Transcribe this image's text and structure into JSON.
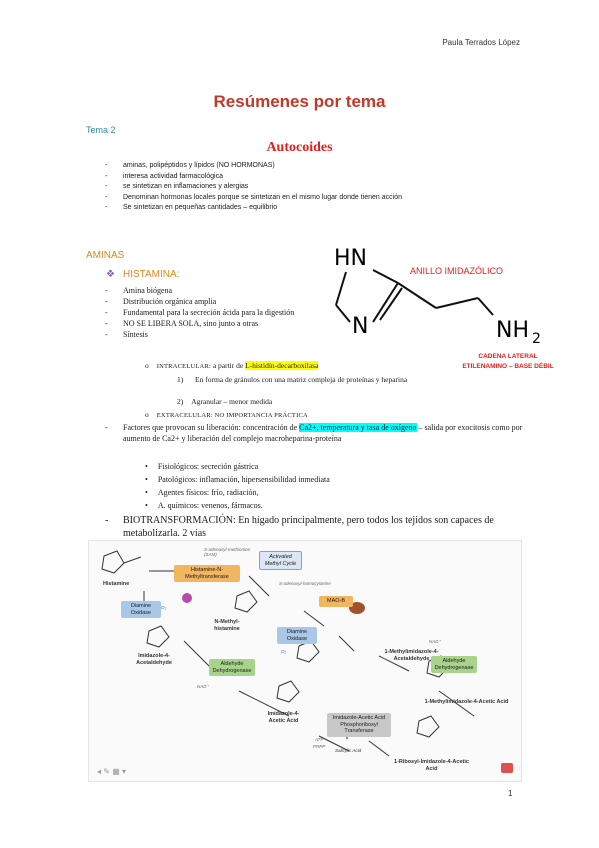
{
  "header": {
    "author": "Paula Terrados López"
  },
  "doc": {
    "title": "Resúmenes por tema",
    "tema": "Tema 2",
    "heading": "Autocoides",
    "intro": [
      "aminas, polipéptidos y lípidos (NO HORMONAS)",
      "interesa actividad farmacológica",
      "se sintetizan en inflamaciones y alergias",
      "Denominan hormonas locales porque se sintetizan en el mismo lugar donde tienen acción",
      "Se sintetizan en pequeñas cantidades – equilibrio"
    ],
    "aminas": "AMINAS",
    "histamina": "HISTAMINA:",
    "items": [
      "Amina biógena",
      "Distribución orgánica amplia",
      "Fundamental para la secreción ácida para la digestión",
      "NO SE LIBERA SOLA, sino junto a otras",
      "Síntesis"
    ],
    "intracelular_prefix": "INTRACELULAR: ",
    "intracelular_mid": "a partir de ",
    "intracelular_hl": "L-histidín-decarboxilasa",
    "num1": "En forma de gránulos con una matriz compleja de proteínas y heparina",
    "num2": "Agranular – menor medida",
    "extracelular": "EXTRACELULAR: NO IMPORTANCIA PRÁCTICA",
    "factores_prefix": "Factores que provocan su liberación: concentración de ",
    "factores_hl": "Ca2+, temperatura y tasa de oxígeno",
    "factores_suffix": " – salida por exocitosis como por aumento de Ca2+ y liberación del complejo macroheparina-proteína",
    "factors": [
      "Fisiológicos: secreción gástrica",
      "Patológicos: inflamación, hipersensibilidad inmediata",
      "Agentes físicos: frío, radiación,",
      "A. químicos: venenos, fármacos."
    ],
    "biotrans": "BIOTRANSFORMACIÓN: En hígado principalmente, pero todos los tejidos son capaces de metabolizarla. 2 vías",
    "page": "1"
  },
  "structure": {
    "ring_label": "ANILLO IMIDAZÓLICO",
    "chain_label_1": "CADENA LATERAL",
    "chain_label_2": "ETILENAMINO – BASE DÉBIL",
    "hn": "HN",
    "n": "N",
    "nh2": "NH",
    "sub2": "2"
  },
  "pathway": {
    "histamine": "Histamine",
    "enzyme1": "Histamine-N-Methyltransferase",
    "sam": "S-adenosyl-methionine (SAM)",
    "methyl": "Activated Methyl Cycle",
    "sah": "S-adenosyl-homocysteine",
    "dao1": "Diamine Oxidase",
    "o2a": "O₂",
    "nmh": "N-Methyl-histamine",
    "maob": "MAO-B",
    "dao2": "Diamine Oxidase",
    "o2b": "O₂",
    "ia": "Imidazole-4-Acetaldehyde",
    "mia": "1-Methylimidazole-4-Acetaldehyde",
    "nad1": "NAD⁺",
    "ald1": "Aldehyde Dehydrogenase",
    "nad2": "NAD⁺",
    "ald2": "Aldehyde Dehydrogenase",
    "mac": "1-Methylimidazole-4-Acetic Acid",
    "iaa": "Imidazole-4-Acetic Acid",
    "prt": "Imidazole-Acetic Acid Phosphoribosyl Transferase",
    "atp": "ATP",
    "prpp": "PRPP",
    "salicylic": "Salicylic Acid",
    "riboside": "1-Ribosyl-Imidazole-4-Acetic Acid"
  },
  "colors": {
    "title": "#c0392b",
    "heading": "#e02020",
    "aminas": "#d98a1a",
    "enzyme_orange": "#f2b560",
    "enzyme_blue": "#a9c7e6",
    "enzyme_green": "#a7d48a",
    "enzyme_gray": "#c8c8c8"
  }
}
